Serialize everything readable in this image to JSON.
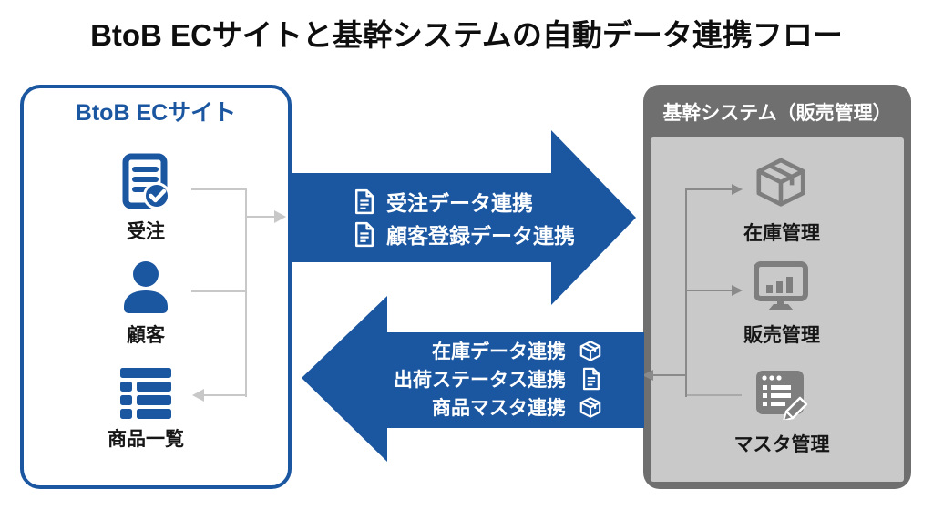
{
  "title": "BtoB ECサイトと基幹システムの自動データ連携フロー",
  "ec_site": {
    "title": "BtoB ECサイト",
    "items": [
      {
        "label": "受注",
        "icon": "order-document-check-icon"
      },
      {
        "label": "顧客",
        "icon": "customer-person-icon"
      },
      {
        "label": "商品一覧",
        "icon": "product-list-icon"
      }
    ]
  },
  "core_system": {
    "title": "基幹システム（販売管理）",
    "items": [
      {
        "label": "在庫管理",
        "icon": "package-box-icon"
      },
      {
        "label": "販売管理",
        "icon": "monitor-chart-icon"
      },
      {
        "label": "マスタ管理",
        "icon": "master-edit-icon"
      }
    ]
  },
  "flows": {
    "to_core": {
      "direction": "right",
      "items": [
        {
          "label": "受注データ連携",
          "icon": "document-icon"
        },
        {
          "label": "顧客登録データ連携",
          "icon": "document-icon"
        }
      ]
    },
    "to_ec": {
      "direction": "left",
      "items": [
        {
          "label": "在庫データ連携",
          "icon": "package-icon"
        },
        {
          "label": "出荷ステータス連携",
          "icon": "document-icon"
        },
        {
          "label": "商品マスタ連携",
          "icon": "package-icon"
        }
      ]
    }
  },
  "colors": {
    "accent_blue": "#1b56a0",
    "frame_gray": "#6f6f6f",
    "panel_gray": "#c9c9c9",
    "icon_gray": "#7e7e7e",
    "connector_light": "#c8c8c8",
    "connector_dark": "#8a8a8a"
  }
}
